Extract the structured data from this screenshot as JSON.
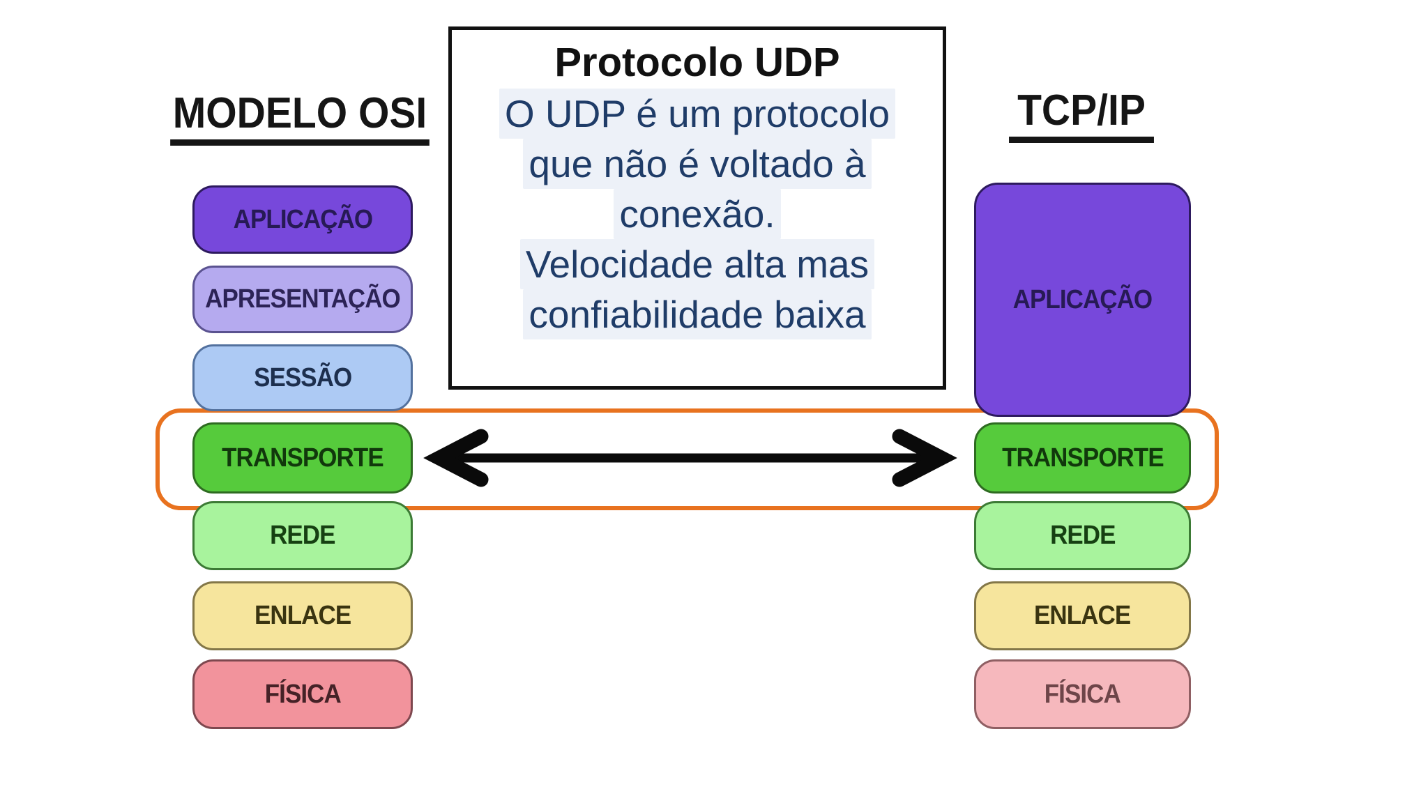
{
  "page": {
    "background": "#ffffff"
  },
  "osi": {
    "title": "MODELO OSI",
    "layers": [
      {
        "label": "APLICAÇÃO",
        "fill": "#7748db",
        "border": "#2d1a5e",
        "text_color": "#271a55"
      },
      {
        "label": "APRESENTAÇÃO",
        "fill": "#b5aaef",
        "border": "#5a5290",
        "text_color": "#2c2356"
      },
      {
        "label": "SESSÃO",
        "fill": "#adcaf4",
        "border": "#53719e",
        "text_color": "#1d2f4e"
      },
      {
        "label": "TRANSPORTE",
        "fill": "#56cb3c",
        "border": "#2e6b21",
        "text_color": "#11380c"
      },
      {
        "label": "REDE",
        "fill": "#a8f39d",
        "border": "#3c7a35",
        "text_color": "#164012"
      },
      {
        "label": "ENLACE",
        "fill": "#f6e59d",
        "border": "#837748",
        "text_color": "#3a3410"
      },
      {
        "label": "FÍSICA",
        "fill": "#f2939c",
        "border": "#7e484f",
        "text_color": "#452227"
      }
    ]
  },
  "tcpip": {
    "title": "TCP/IP",
    "layers": [
      {
        "label": "APLICAÇÃO",
        "fill": "#7748db",
        "border": "#2d1a5e",
        "text_color": "#271a55"
      },
      {
        "label": "TRANSPORTE",
        "fill": "#56cb3c",
        "border": "#2e6b21",
        "text_color": "#11380c"
      },
      {
        "label": "REDE",
        "fill": "#a8f39d",
        "border": "#3c7a35",
        "text_color": "#164012"
      },
      {
        "label": "ENLACE",
        "fill": "#f6e59d",
        "border": "#837748",
        "text_color": "#3a3410"
      },
      {
        "label": "FÍSICA",
        "fill": "#f6b8bd",
        "border": "#8f5f63",
        "text_color": "#6e4549"
      }
    ]
  },
  "udp_note": {
    "title": "Protocolo UDP",
    "title_color": "#111111",
    "body_color": "#1f3c68",
    "line_highlight": "#edf1f8",
    "border_color": "#111111",
    "lines": [
      "O UDP é um protocolo",
      "que não é voltado à",
      "conexão.",
      "Velocidade alta mas",
      "confiabilidade baixa"
    ]
  },
  "connection": {
    "arrow_color": "#0a0a0a",
    "highlight_border_color": "#e8721f"
  }
}
